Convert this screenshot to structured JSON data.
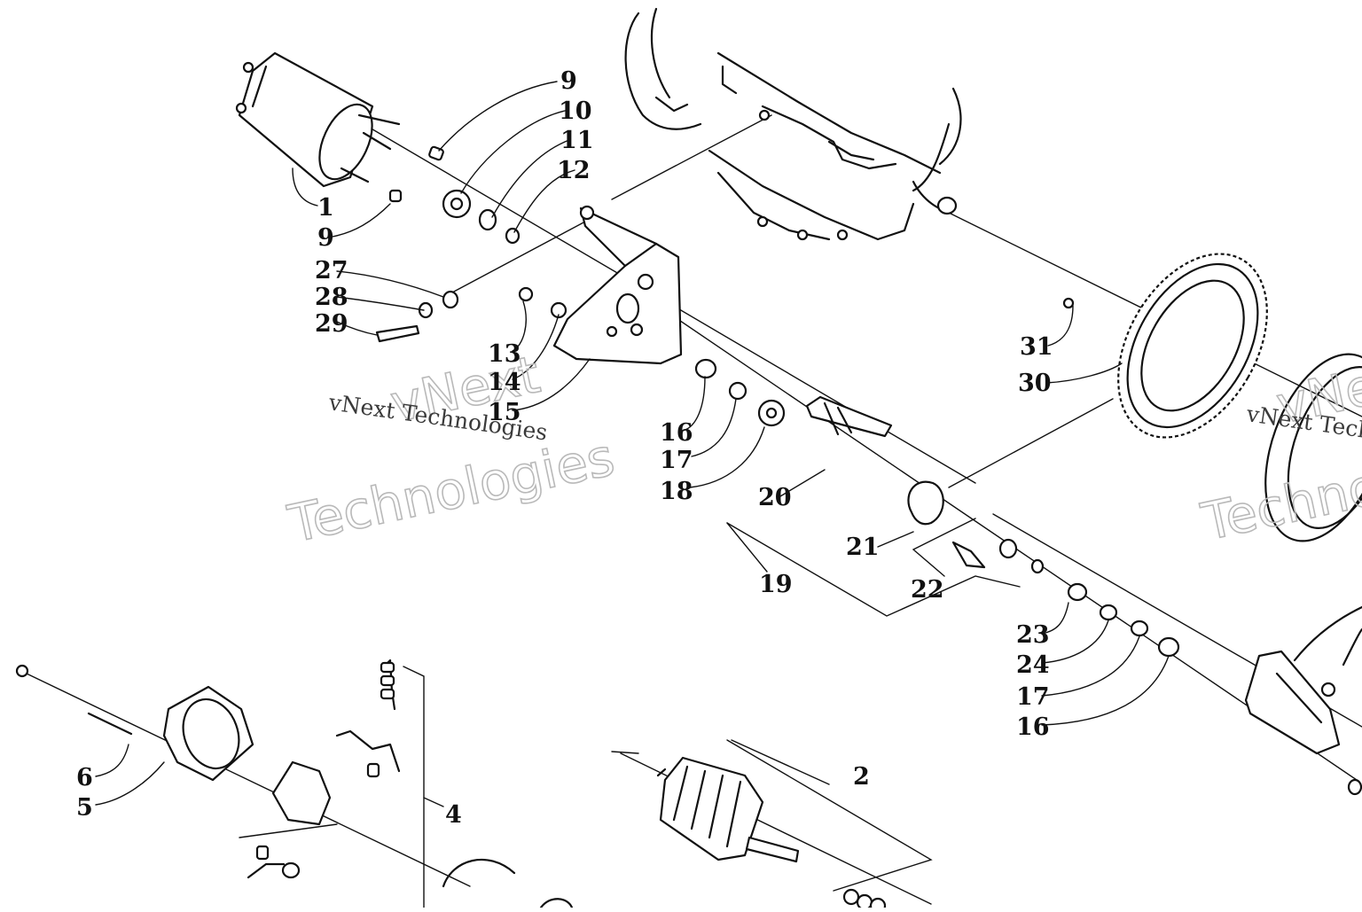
{
  "callouts": [
    {
      "id": "c1",
      "text": "1"
    },
    {
      "id": "c9a",
      "text": "9"
    },
    {
      "id": "c10",
      "text": "10"
    },
    {
      "id": "c11",
      "text": "11"
    },
    {
      "id": "c12",
      "text": "12"
    },
    {
      "id": "c9b",
      "text": "9"
    },
    {
      "id": "c27",
      "text": "27"
    },
    {
      "id": "c28",
      "text": "28"
    },
    {
      "id": "c29",
      "text": "29"
    },
    {
      "id": "c13",
      "text": "13"
    },
    {
      "id": "c14",
      "text": "14"
    },
    {
      "id": "c15",
      "text": "15"
    },
    {
      "id": "c16a",
      "text": "16"
    },
    {
      "id": "c17a",
      "text": "17"
    },
    {
      "id": "c18",
      "text": "18"
    },
    {
      "id": "c20",
      "text": "20"
    },
    {
      "id": "c21",
      "text": "21"
    },
    {
      "id": "c19",
      "text": "19"
    },
    {
      "id": "c22",
      "text": "22"
    },
    {
      "id": "c23",
      "text": "23"
    },
    {
      "id": "c24",
      "text": "24"
    },
    {
      "id": "c17b",
      "text": "17"
    },
    {
      "id": "c16b",
      "text": "16"
    },
    {
      "id": "c31",
      "text": "31"
    },
    {
      "id": "c30",
      "text": "30"
    },
    {
      "id": "c2",
      "text": "2"
    },
    {
      "id": "c4",
      "text": "4"
    },
    {
      "id": "c6",
      "text": "6"
    },
    {
      "id": "c5",
      "text": "5"
    }
  ],
  "watermark": {
    "line1": "vNext",
    "line2": "Technologies",
    "small": "vNext Technologies"
  }
}
